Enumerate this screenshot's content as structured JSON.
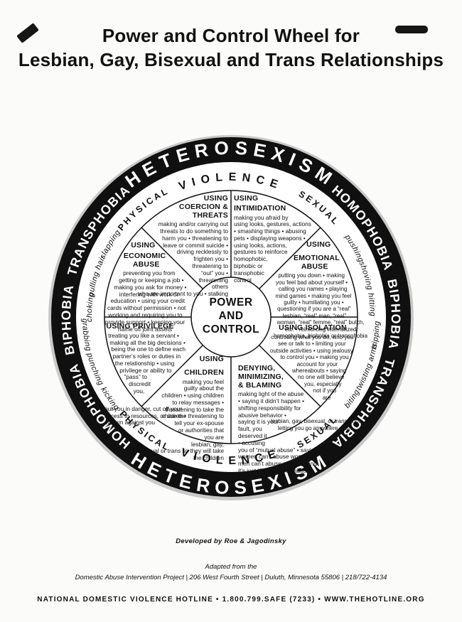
{
  "colors": {
    "ink": "#111111",
    "paper": "#fbfbf9",
    "ring_shadow": "#c9c9c9"
  },
  "page": {
    "title_line1": "Power and Control Wheel for",
    "title_line2": "Lesbian, Gay, Bisexual and Trans Relationships"
  },
  "wheel": {
    "center_label": "POWER\nAND\nCONTROL",
    "outer_ring": {
      "top": "HETEROSEXISM",
      "bottom": "HETEROSEXISM",
      "left": "HOMOPHOBIA BIPHOBIA TRANSPHOBIA",
      "right": "HOMOPHOBIA BIPHOBIA TRANSPHOBIA"
    },
    "violence_ring": {
      "top": "VIOLENCE",
      "bottom": "VIOLENCE",
      "top_left": "PHYSICAL",
      "top_right": "SEXUAL",
      "bottom_left": "PHYSICAL",
      "bottom_right": "SEXUAL",
      "upper_left_words": [
        "slapping",
        "pulling hair",
        "choking"
      ],
      "upper_right_words": [
        "pushing",
        "shoving",
        "hitting"
      ],
      "lower_left_words": [
        "grabbing",
        "punching",
        "kicking"
      ],
      "lower_right_words": [
        "biting",
        "twisting arms",
        "tripping"
      ]
    },
    "segments": [
      {
        "heading": "USING COERCION & THREATS",
        "body": "making and/or carrying out threats to do something to harm you • threatening to leave or commit suicide • driving recklessly to frighten you • threatening to “out” you • threatening others who are important to you • stalking"
      },
      {
        "heading": "USING INTIMIDATION",
        "body": "making you afraid by using looks, gestures, actions • smashing things • abusing pets • displaying weapons • using looks, actions, gestures to reinforce homophobic, biphobic or transphobic control"
      },
      {
        "heading": "USING EMOTIONAL ABUSE",
        "body": "putting you down • making you feel bad about yourself • calling you names • playing mind games • making you feel guilty • humiliating you • questioning if you are a “real” lesbian, “real” man, “real” woman, “real” femme, “real” butch, etc. • reinforcing internalized homophobia, biphobia or transphobia"
      },
      {
        "heading": "USING ISOLATION",
        "body": "controlling what you do, who you see or talk to • limiting your outside activities • using jealousy to control you • making you account for your whereabouts • saying no one will believe you, especially not if you are lesbian, gay, bisexual, or trans • not letting you go anywhere alone"
      },
      {
        "heading": "DENYING, MINIMIZING, & BLAMING",
        "body": "making light of the abuse • saying it didn’t happen • shifting responsibility for abusive behavior • saying it is your fault, you deserved it • accusing you of “mutual abuse” • saying women can’t abuse women/ men can’t abuse men • saying it’s just “fighting,” not abuse"
      },
      {
        "heading": "USING CHILDREN",
        "body": "making you feel guilty about the children • using children to relay messages • threatening to take the children • threatening to tell your ex-spouse or authorities that you are lesbian, gay, bisexual or trans so they will take the children"
      },
      {
        "heading": "USING PRIVILEGE",
        "body": "treating you like a servant • making all the big decisions • being the one to define each partner’s roles or duties in the relationship • using privilege or ability to “pass” to discredit you, put you in danger, cut off your access to resources, or use the system against you"
      },
      {
        "heading": "USING ECONOMIC ABUSE",
        "body": "preventing you from getting or keeping a job • making you ask for money • interfering with work or education • using your credit cards without permission • not working and requiring you to provide support • keeping your name off joint assets"
      }
    ]
  },
  "footer": {
    "developed_by": "Developed by Roe & Jagodinsky",
    "adapted_from": "Adapted from the",
    "source_line": "Domestic Abuse Intervention Project | 206 West Fourth Street | Duluth, Minnesota 55806 | 218/722-4134",
    "hotline_line": "NATIONAL DOMESTIC VIOLENCE HOTLINE  •  1.800.799.SAFE (7233)  •  WWW.THEHOTLINE.ORG"
  }
}
